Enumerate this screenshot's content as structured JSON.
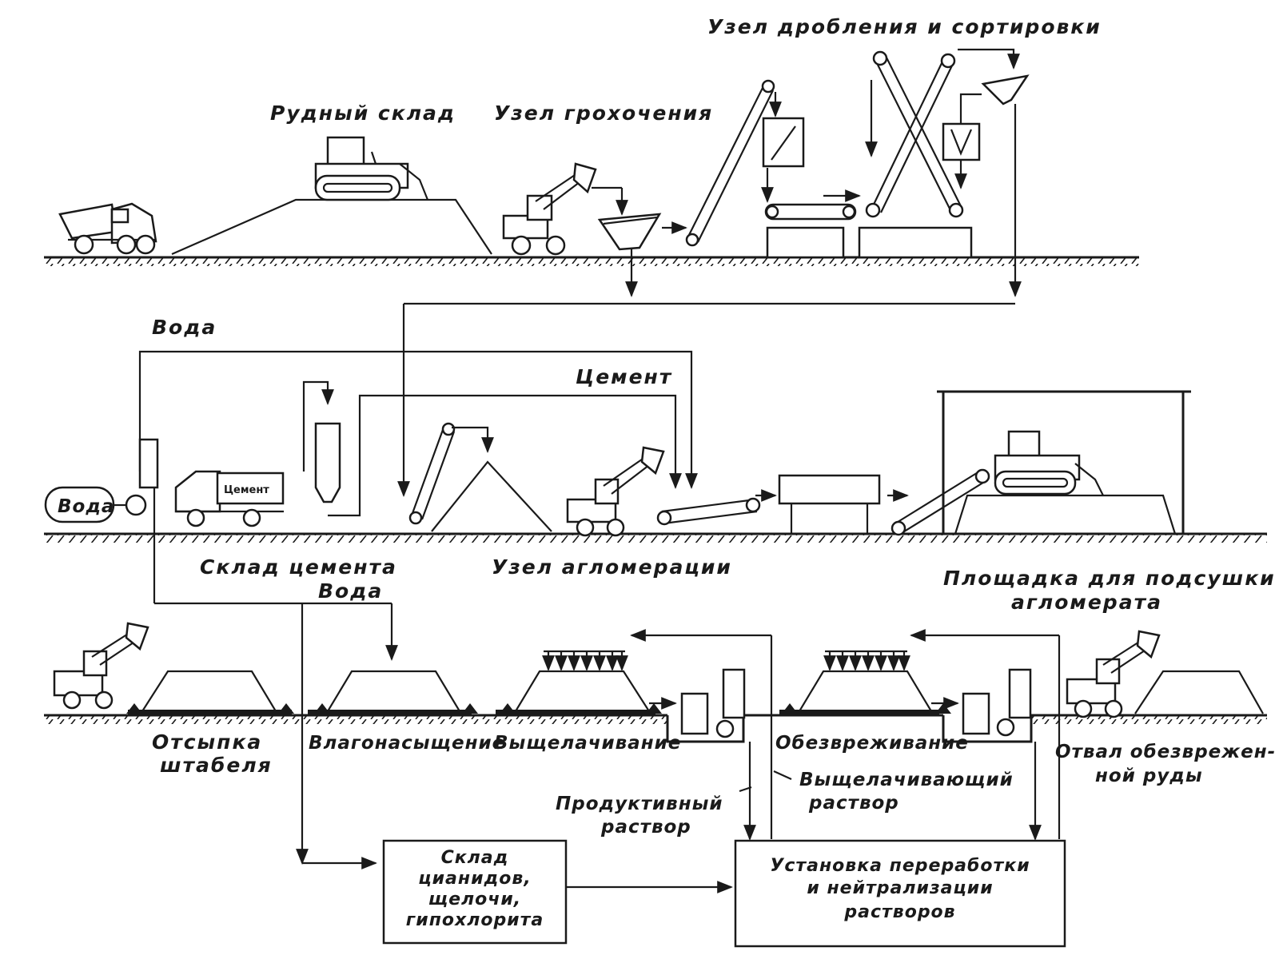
{
  "labels": {
    "ore_storage": "Рудный склад",
    "rough_crushing": "Узел грохочения",
    "crushing_sorting": "Узел дробления и сортировки",
    "water_top": "Вода",
    "cement": "Цемент",
    "water_tank": "Вода",
    "cement_truck": "Цемент",
    "cement_storage": "Склад цемента",
    "water_mid": "Вода",
    "agglomeration": "Узел агломерации",
    "drying_pad_line1": "Площадка для подсушки",
    "drying_pad_line2": "агломерата",
    "heap_fill_line1": "Отсыпка",
    "heap_fill_line2": "штабеля",
    "saturation": "Влагонасыщение",
    "leaching": "Выщелачивание",
    "neutralization": "Обезвреживание",
    "dump_line1": "Отвал обезврежен-",
    "dump_line2": "ной руды",
    "productive_line1": "Продуктивный",
    "productive_line2": "раствор",
    "leach_solution_line1": "Выщелачивающий",
    "leach_solution_line2": "раствор"
  },
  "boxes": {
    "reagents": [
      "Склад",
      "цианидов,",
      "щелочи,",
      "гипохлорита"
    ],
    "processing": [
      "Установка переработки",
      "и нейтрализации",
      "растворов"
    ]
  },
  "icons": [
    "dump-truck-icon",
    "bulldozer-icon",
    "excavator-icon",
    "conveyor-icon",
    "hopper-icon",
    "crusher-icon",
    "screen-icon",
    "silo-icon",
    "pump-icon",
    "water-tank-icon",
    "cement-truck-icon"
  ]
}
